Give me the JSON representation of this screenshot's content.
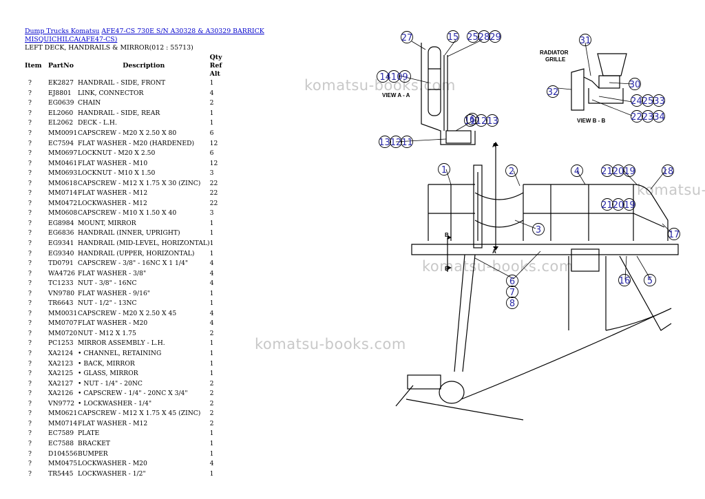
{
  "breadcrumb": {
    "category": "Dump Trucks Komatsu",
    "model": "AFE47-CS 730E S/N A30328 & A30329 BARRICK MISQUICHILCA(AFE47-CS)"
  },
  "section_title": "LEFT DECK, HANDRAILS & MIRROR(012 : 55713)",
  "table": {
    "headers": {
      "item": "Item",
      "part": "PartNo",
      "desc": "Description",
      "qty": "Qty",
      "ref": "Ref",
      "alt": "Alt"
    },
    "rows": [
      {
        "item": "?",
        "part": "EK2827",
        "desc": "HANDRAIL - SIDE, FRONT",
        "qty": "1"
      },
      {
        "item": "?",
        "part": "EJ8801",
        "desc": "LINK, CONNECTOR",
        "qty": "4"
      },
      {
        "item": "?",
        "part": "EG0639",
        "desc": "CHAIN",
        "qty": "2"
      },
      {
        "item": "?",
        "part": "EL2060",
        "desc": "HANDRAIL - SIDE, REAR",
        "qty": "1"
      },
      {
        "item": "?",
        "part": "EL2062",
        "desc": "DECK - L.H.",
        "qty": "1"
      },
      {
        "item": "?",
        "part": "MM0091",
        "desc": "CAPSCREW - M20 X 2.50 X 80",
        "qty": "6"
      },
      {
        "item": "?",
        "part": "EC7594",
        "desc": "FLAT WASHER - M20 (HARDENED)",
        "qty": "12"
      },
      {
        "item": "?",
        "part": "MM0697",
        "desc": "LOCKNUT - M20 X 2.50",
        "qty": "6"
      },
      {
        "item": "?",
        "part": "MM0461",
        "desc": "FLAT WASHER - M10",
        "qty": "12"
      },
      {
        "item": "?",
        "part": "MM0693",
        "desc": "LOCKNUT - M10 X 1.50",
        "qty": "3"
      },
      {
        "item": "?",
        "part": "MM0618",
        "desc": "CAPSCREW - M12 X 1.75 X 30 (ZINC)",
        "qty": "22"
      },
      {
        "item": "?",
        "part": "MM0714",
        "desc": "FLAT WASHER - M12",
        "qty": "22"
      },
      {
        "item": "?",
        "part": "MM0472",
        "desc": "LOCKWASHER - M12",
        "qty": "22"
      },
      {
        "item": "?",
        "part": "MM0608",
        "desc": "CAPSCREW - M10 X 1.50 X 40",
        "qty": "3"
      },
      {
        "item": "?",
        "part": "EG8984",
        "desc": "MOUNT, MIRROR",
        "qty": "1"
      },
      {
        "item": "?",
        "part": "EG6836",
        "desc": "HANDRAIL (INNER, UPRIGHT)",
        "qty": "1"
      },
      {
        "item": "?",
        "part": "EG9341",
        "desc": "HANDRAIL (MID-LEVEL, HORIZONTAL)",
        "qty": "1"
      },
      {
        "item": "?",
        "part": "EG9340",
        "desc": "HANDRAIL (UPPER, HORIZONTAL)",
        "qty": "1"
      },
      {
        "item": "?",
        "part": "TD0791",
        "desc": "CAPSCREW - 3/8\" - 16NC X 1 1/4\"",
        "qty": "4"
      },
      {
        "item": "?",
        "part": "WA4726",
        "desc": "FLAT WASHER - 3/8\"",
        "qty": "4"
      },
      {
        "item": "?",
        "part": "TC1233",
        "desc": "NUT - 3/8\" - 16NC",
        "qty": "4"
      },
      {
        "item": "?",
        "part": "VN9780",
        "desc": "FLAT WASHER - 9/16\"",
        "qty": "1"
      },
      {
        "item": "?",
        "part": "TR6643",
        "desc": "NUT - 1/2\" - 13NC",
        "qty": "1"
      },
      {
        "item": "?",
        "part": "MM0031",
        "desc": "CAPSCREW - M20 X 2.50 X 45",
        "qty": "4"
      },
      {
        "item": "?",
        "part": "MM0707",
        "desc": "FLAT WASHER - M20",
        "qty": "4"
      },
      {
        "item": "?",
        "part": "MM0720",
        "desc": "NUT - M12 X 1.75",
        "qty": "2"
      },
      {
        "item": "?",
        "part": "PC1253",
        "desc": "MIRROR ASSEMBLY - L.H.",
        "qty": "1"
      },
      {
        "item": "?",
        "part": "XA2124",
        "desc": "• CHANNEL, RETAINING",
        "qty": "1"
      },
      {
        "item": "?",
        "part": "XA2123",
        "desc": "• BACK, MIRROR",
        "qty": "1"
      },
      {
        "item": "?",
        "part": "XA2125",
        "desc": "• GLASS, MIRROR",
        "qty": "1"
      },
      {
        "item": "?",
        "part": "XA2127",
        "desc": "• NUT - 1/4\" - 20NC",
        "qty": "2"
      },
      {
        "item": "?",
        "part": "XA2126",
        "desc": "• CAPSCREW - 1/4\" - 20NC X 3/4\"",
        "qty": "2"
      },
      {
        "item": "?",
        "part": "VN9772",
        "desc": "• LOCKWASHER - 1/4\"",
        "qty": "2"
      },
      {
        "item": "?",
        "part": "MM0621",
        "desc": "CAPSCREW - M12 X 1.75 X 45 (ZINC)",
        "qty": "2"
      },
      {
        "item": "?",
        "part": "MM0714",
        "desc": "FLAT WASHER - M12",
        "qty": "2"
      },
      {
        "item": "?",
        "part": "EC7589",
        "desc": "PLATE",
        "qty": "1"
      },
      {
        "item": "?",
        "part": "EC7588",
        "desc": "BRACKET",
        "qty": "1"
      },
      {
        "item": "?",
        "part": "D104556",
        "desc": "BUMPER",
        "qty": "1"
      },
      {
        "item": "?",
        "part": "MM0475",
        "desc": "LOCKWASHER - M20",
        "qty": "4"
      },
      {
        "item": "?",
        "part": "TR5445",
        "desc": "LOCKWASHER - 1/2\"",
        "qty": "1"
      }
    ]
  },
  "watermark": "komatsu-books.com",
  "watermark_partial": "komatsu-",
  "diagram": {
    "view_a": "VIEW A - A",
    "view_b": "VIEW B - B",
    "radiator_label_1": "RADIATOR",
    "radiator_label_2": "GRILLE",
    "letter_a": "A",
    "letter_b": "B",
    "callouts": {
      "c27": "27",
      "c15": "15",
      "c252829": "252829",
      "c14109": "14109",
      "c111213a": "111213",
      "c6": "6",
      "c131211": "131211",
      "c31": "31",
      "c30": "30",
      "c32": "32",
      "c242533": "242533",
      "c222334": "222334",
      "c1": "1",
      "c2": "2",
      "c4": "4",
      "c212019a": "212019",
      "c18": "18",
      "c212019b": "212019",
      "c3": "3",
      "c17": "17",
      "c6b": "6",
      "c7": "7",
      "c8": "8",
      "c16": "16",
      "c5": "5"
    }
  }
}
